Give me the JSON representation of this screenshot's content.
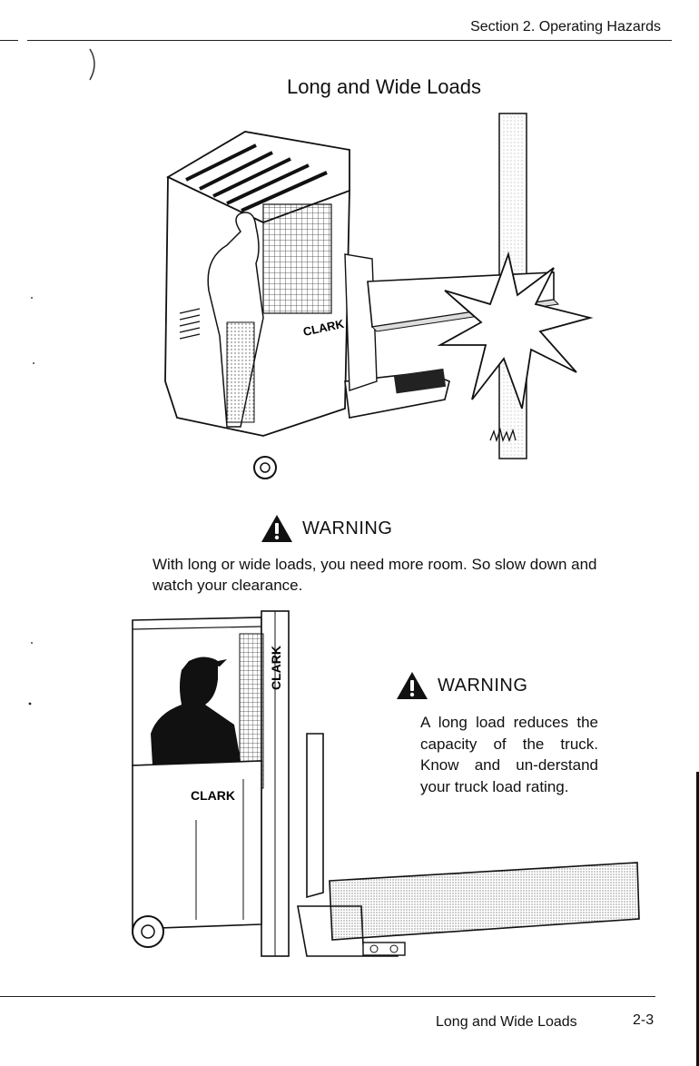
{
  "header": {
    "section": "Section 2. Operating Hazards"
  },
  "page_title": "Long and Wide Loads",
  "illustration_top": {
    "brand_label": "CLARK"
  },
  "warning_1": {
    "heading": "WARNING",
    "body": "With long or wide loads, you need more room. So slow down and watch your clearance."
  },
  "illustration_bottom": {
    "brand_label_side": "CLARK",
    "brand_label_mast": "CLARK"
  },
  "warning_2": {
    "heading": "WARNING",
    "body": "A long load reduces the capacity of the truck. Know and un-derstand your truck load rating."
  },
  "footer": {
    "title": "Long and Wide Loads",
    "page_number": "2-3"
  },
  "colors": {
    "ink": "#111111",
    "paper": "#ffffff"
  }
}
